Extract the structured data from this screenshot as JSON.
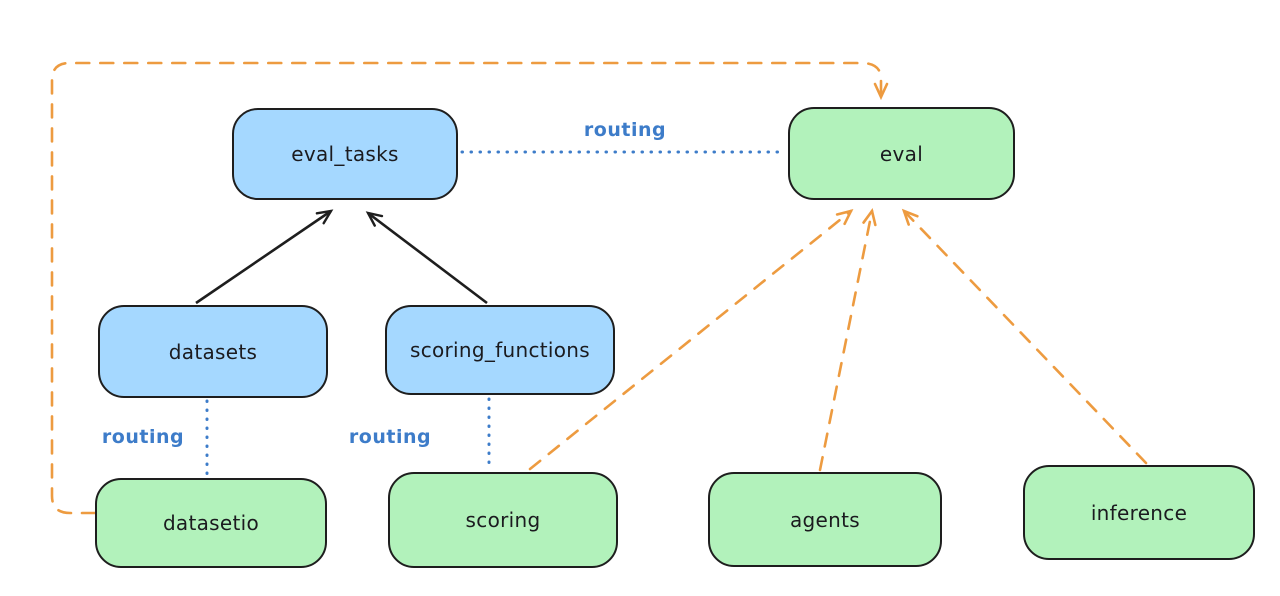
{
  "colors": {
    "background": "#ffffff",
    "blue_node_fill": "#a5d8ff",
    "green_node_fill": "#b2f2bb",
    "node_stroke": "#1e1e1e",
    "orange_edge": "#ED9B40",
    "blue_edge": "#3d7cc9"
  },
  "nodes": [
    {
      "id": "eval_tasks",
      "label": "eval_tasks",
      "fill": "blue"
    },
    {
      "id": "eval",
      "label": "eval",
      "fill": "green"
    },
    {
      "id": "datasets",
      "label": "datasets",
      "fill": "blue"
    },
    {
      "id": "scoring_functions",
      "label": "scoring_functions",
      "fill": "blue"
    },
    {
      "id": "datasetio",
      "label": "datasetio",
      "fill": "green"
    },
    {
      "id": "scoring",
      "label": "scoring",
      "fill": "green"
    },
    {
      "id": "agents",
      "label": "agents",
      "fill": "green"
    },
    {
      "id": "inference",
      "label": "inference",
      "fill": "green"
    }
  ],
  "edges": [
    {
      "from": "datasets",
      "to": "eval_tasks",
      "style": "solid-black-arrow",
      "label": ""
    },
    {
      "from": "scoring_functions",
      "to": "eval_tasks",
      "style": "solid-black-arrow",
      "label": ""
    },
    {
      "from": "eval_tasks",
      "to": "eval",
      "style": "dotted-blue",
      "label": "routing"
    },
    {
      "from": "datasets",
      "to": "datasetio",
      "style": "dotted-blue",
      "label": "routing"
    },
    {
      "from": "scoring_functions",
      "to": "scoring",
      "style": "dotted-blue",
      "label": "routing"
    },
    {
      "from": "datasetio",
      "to": "eval",
      "style": "dashed-orange-arrow",
      "label": ""
    },
    {
      "from": "scoring",
      "to": "eval",
      "style": "dashed-orange-arrow",
      "label": ""
    },
    {
      "from": "agents",
      "to": "eval",
      "style": "dashed-orange-arrow",
      "label": ""
    },
    {
      "from": "inference",
      "to": "eval",
      "style": "dashed-orange-arrow",
      "label": ""
    }
  ]
}
